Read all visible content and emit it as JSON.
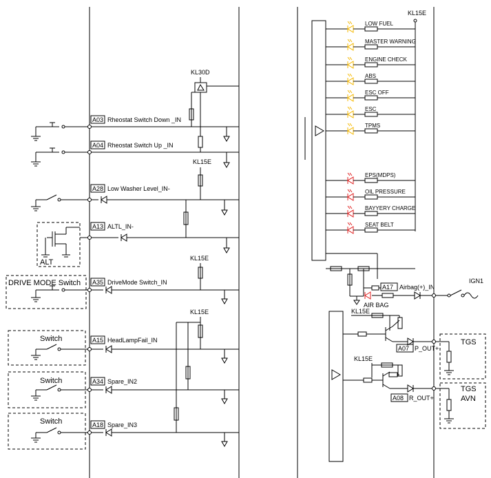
{
  "labels": {
    "kl30d": "KL30D",
    "kl15e": "KL15E",
    "alt": "ALT",
    "drive_mode_switch": "DRIVE MODE Switch",
    "switch": "Switch",
    "ign1": "IGN1",
    "air_bag": "AIR BAG",
    "tgs": "TGS",
    "avn": "AVN"
  },
  "left_inputs": [
    {
      "pin": "A03",
      "name": "Rheostat Switch Down _IN"
    },
    {
      "pin": "A04",
      "name": "Rheostat Switch Up _IN"
    },
    {
      "pin": "A28",
      "name": "Low Washer Level_IN-"
    },
    {
      "pin": "A13",
      "name": "ALTL_IN-"
    },
    {
      "pin": "A35",
      "name": "DriveMode Switch_IN"
    },
    {
      "pin": "A15",
      "name": "HeadLampFail_IN"
    },
    {
      "pin": "A34",
      "name": "Spare_IN2"
    },
    {
      "pin": "A18",
      "name": "Spare_IN3"
    }
  ],
  "right_pins": [
    {
      "pin": "A17",
      "name": "Airbag(+)_IN"
    },
    {
      "pin": "A07",
      "name": "P_OUT+"
    },
    {
      "pin": "A08",
      "name": "R_OUT+"
    }
  ],
  "indicators": [
    {
      "name": "LOW FUEL",
      "color": "#f5b800"
    },
    {
      "name": "MASTER WARNING",
      "color": "#f5b800"
    },
    {
      "name": "ENGINE CHECK",
      "color": "#f5b800"
    },
    {
      "name": "ABS",
      "color": "#f5b800"
    },
    {
      "name": "ESC OFF",
      "color": "#f5b800"
    },
    {
      "name": "ESC",
      "color": "#f5b800"
    },
    {
      "name": "TPMS",
      "color": "#f5b800"
    },
    {
      "name": "EPS(MDPS)",
      "color": "#e02020"
    },
    {
      "name": "OIL PRESSURE",
      "color": "#e02020"
    },
    {
      "name": "BAYYERY CHARGE",
      "color": "#e02020"
    },
    {
      "name": "SEAT BELT",
      "color": "#e02020"
    }
  ]
}
